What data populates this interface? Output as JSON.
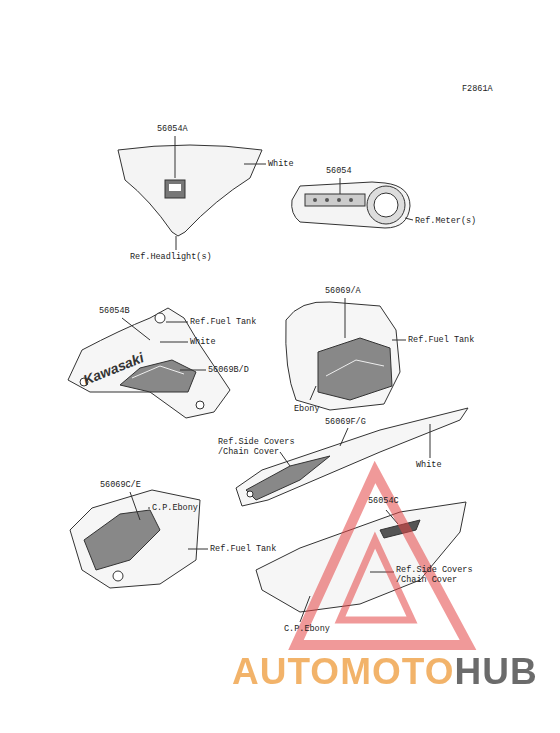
{
  "diagram": {
    "labels": [
      "F2861A",
      "56054A",
      "White",
      "56054",
      "Ref.Meter(s)",
      "Ref.Headlight(s)",
      "56054B",
      "Ref.Fuel Tank",
      "White",
      "56069B/D",
      "Kawasaki",
      "56069/A",
      "Ref.Fuel Tank",
      "Ebony",
      "56069F/G",
      "Ref.Side Covers /Chain Cover",
      "White",
      "56069C/E",
      "C.P.Ebony",
      "Ref.Fuel Tank",
      "56054C",
      "Ref.Side Covers /Chain Cover",
      "C.P.Ebony",
      "AUTOMOTOHUB"
    ]
  }
}
